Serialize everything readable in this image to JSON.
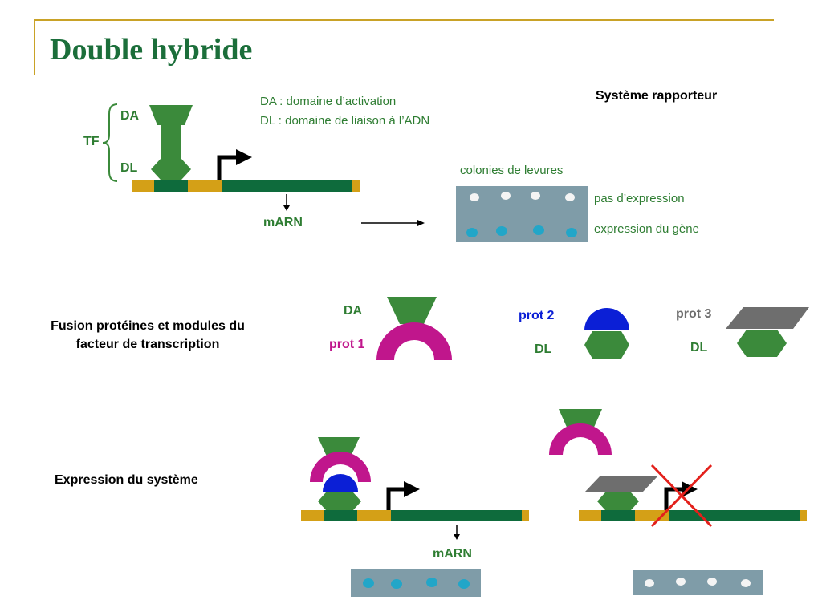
{
  "title": "Double hybride",
  "colors": {
    "title": "#1b6e3a",
    "tf_green": "#3b8a3b",
    "dna_gold": "#d4a017",
    "dna_green": "#0e6b3c",
    "prot1": "#c0168c",
    "prot2": "#0b1fd6",
    "prot3": "#6e6e6e",
    "colony_blue": "#22a6c8",
    "colony_white": "#f4f4f4",
    "plate_bg": "#7f9ca8",
    "cross": "#e3201b"
  },
  "top": {
    "tf_label": "TF",
    "da_label": "DA",
    "dl_label": "DL",
    "legend_da": "DA : domaine d’activation",
    "legend_dl": "DL : domaine de liaison à l’ADN",
    "marn_label": "mARN",
    "reporter_title": "Système rapporteur",
    "colonies_label": "colonies de levures",
    "no_expression": "pas d’expression",
    "expression": "expression du gène"
  },
  "middle": {
    "section_label_line1": "Fusion protéines et modules du",
    "section_label_line2": "facteur de transcription",
    "da_label": "DA",
    "prot1_label": "prot 1",
    "prot2_label": "prot 2",
    "dl_label_a": "DL",
    "prot3_label": "prot 3",
    "dl_label_b": "DL"
  },
  "bottom": {
    "section_label": "Expression du système",
    "marn_label": "mARN"
  }
}
